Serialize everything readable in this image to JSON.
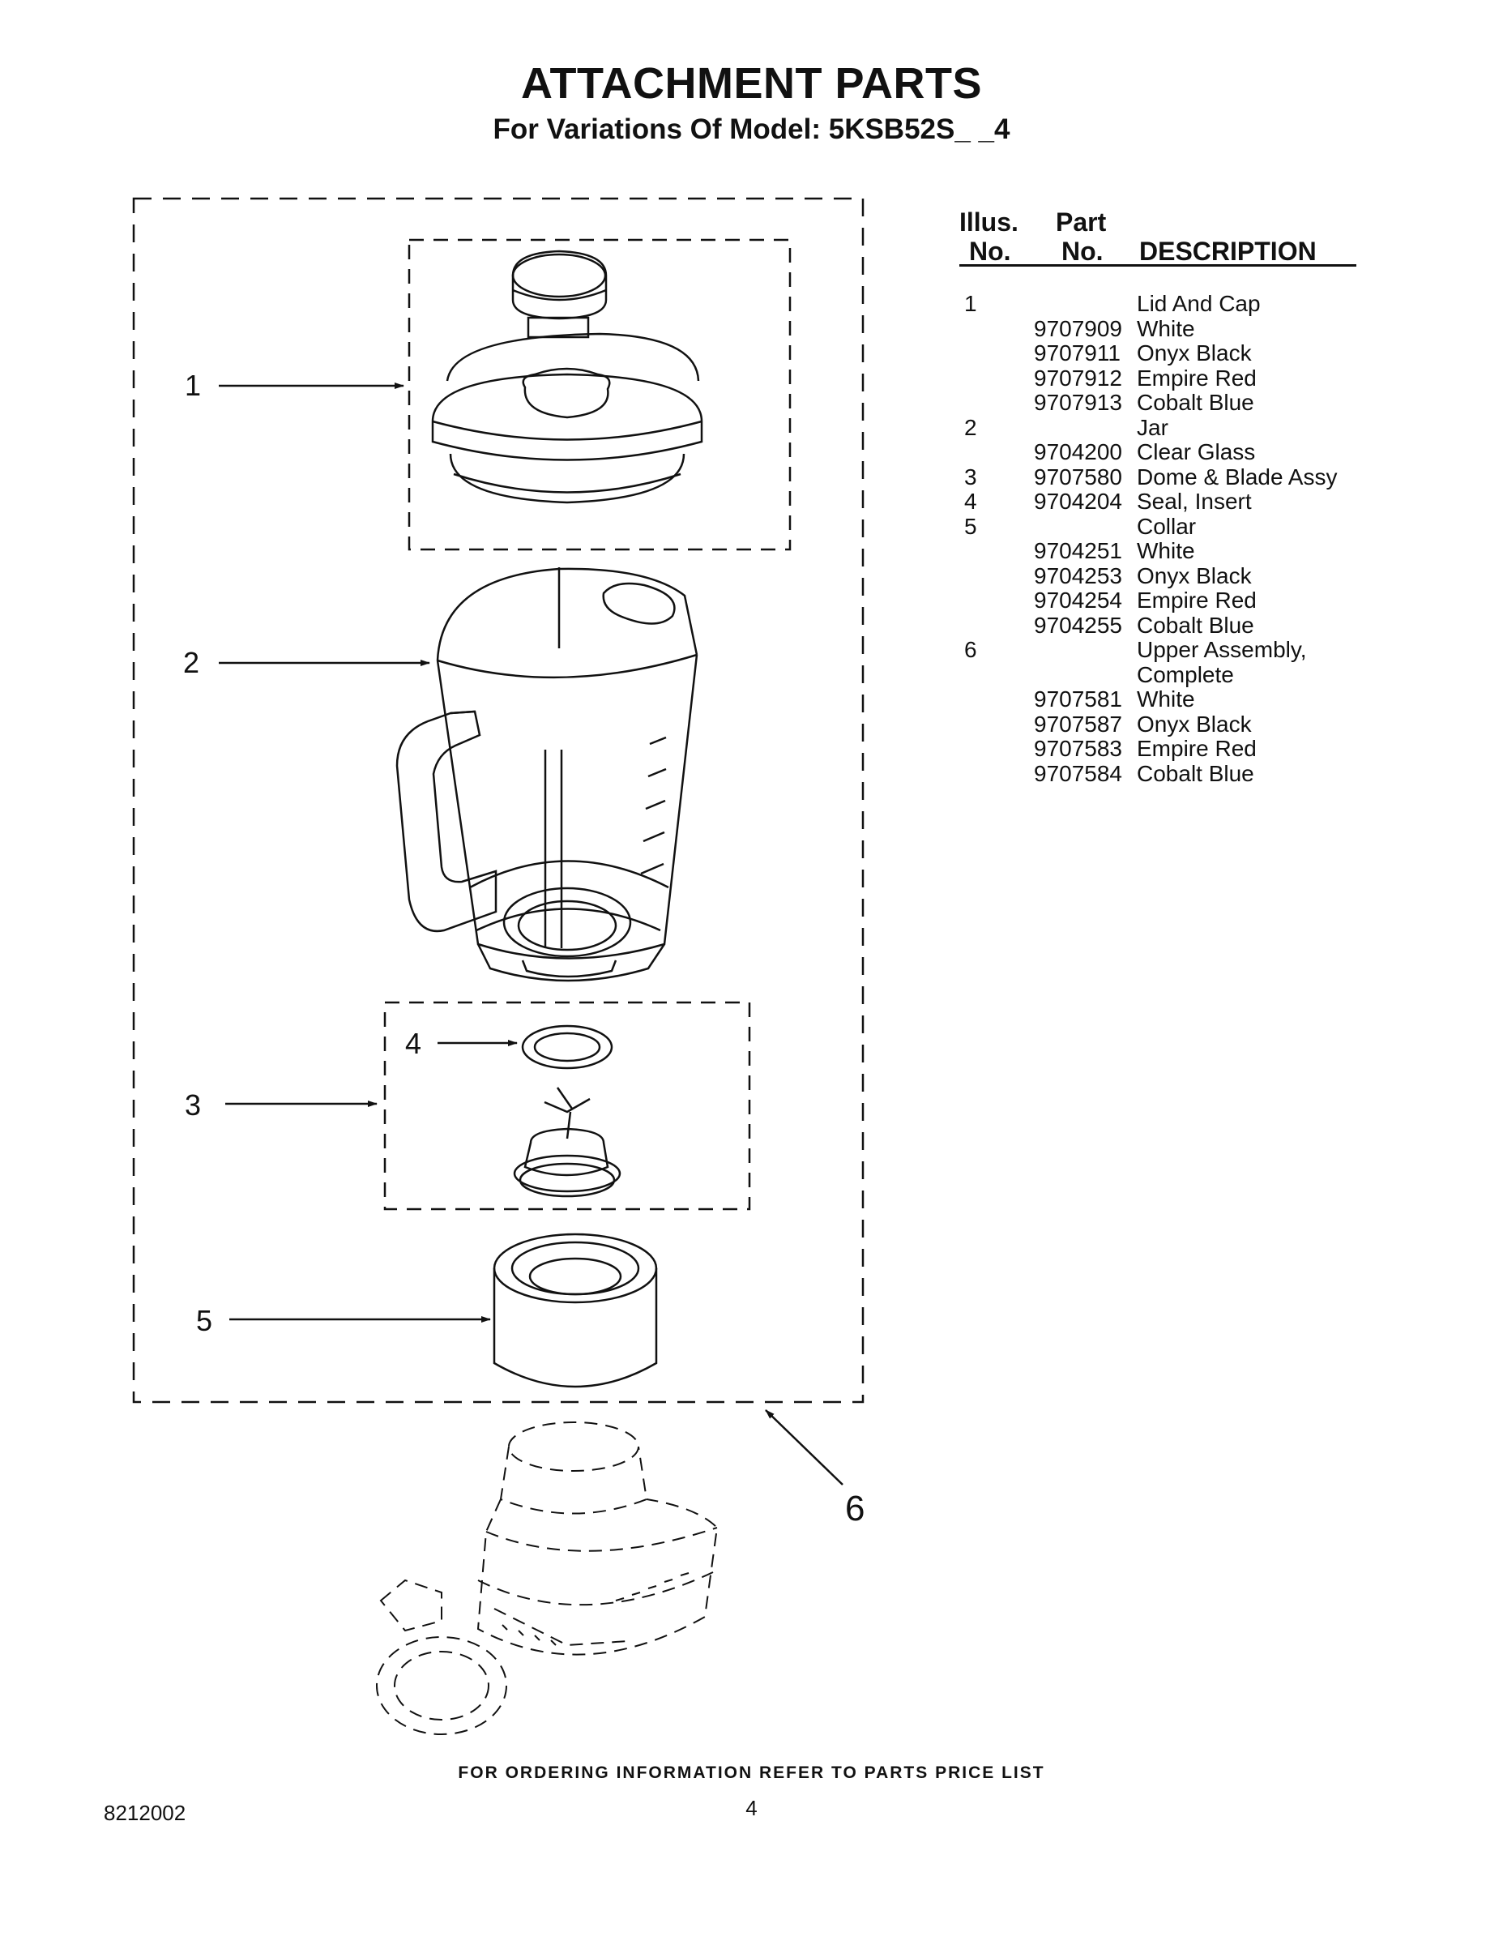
{
  "header": {
    "title": "ATTACHMENT PARTS",
    "subtitle": "For Variations Of Model: 5KSB52S_ _4"
  },
  "table_header": {
    "illus_line1": "Illus.",
    "illus_line2": "No.",
    "part_line1": "Part",
    "part_line2": "No.",
    "description": "DESCRIPTION"
  },
  "parts": [
    {
      "illus": "1",
      "part": "",
      "desc": "Lid And Cap"
    },
    {
      "illus": "",
      "part": "9707909",
      "desc": "White"
    },
    {
      "illus": "",
      "part": "9707911",
      "desc": "Onyx Black"
    },
    {
      "illus": "",
      "part": "9707912",
      "desc": "Empire Red"
    },
    {
      "illus": "",
      "part": "9707913",
      "desc": "Cobalt Blue"
    },
    {
      "illus": "2",
      "part": "",
      "desc": "Jar"
    },
    {
      "illus": "",
      "part": "9704200",
      "desc": "Clear Glass"
    },
    {
      "illus": "3",
      "part": "9707580",
      "desc": "Dome & Blade Assy"
    },
    {
      "illus": "4",
      "part": "9704204",
      "desc": "Seal, Insert"
    },
    {
      "illus": "5",
      "part": "",
      "desc": "Collar"
    },
    {
      "illus": "",
      "part": "9704251",
      "desc": "White"
    },
    {
      "illus": "",
      "part": "9704253",
      "desc": "Onyx Black"
    },
    {
      "illus": "",
      "part": "9704254",
      "desc": "Empire Red"
    },
    {
      "illus": "",
      "part": "9704255",
      "desc": "Cobalt Blue"
    },
    {
      "illus": "6",
      "part": "",
      "desc": "Upper Assembly,"
    },
    {
      "illus": "",
      "part": "",
      "desc": "Complete"
    },
    {
      "illus": "",
      "part": "9707581",
      "desc": "White"
    },
    {
      "illus": "",
      "part": "9707587",
      "desc": "Onyx Black"
    },
    {
      "illus": "",
      "part": "9707583",
      "desc": "Empire Red"
    },
    {
      "illus": "",
      "part": "9707584",
      "desc": "Cobalt Blue"
    }
  ],
  "callouts": {
    "c1": "1",
    "c2": "2",
    "c3": "3",
    "c4": "4",
    "c5": "5",
    "c6": "6"
  },
  "footer": {
    "ordering_note": "FOR ORDERING INFORMATION REFER TO PARTS PRICE LIST",
    "doc_number": "8212002",
    "page_number": "4"
  }
}
